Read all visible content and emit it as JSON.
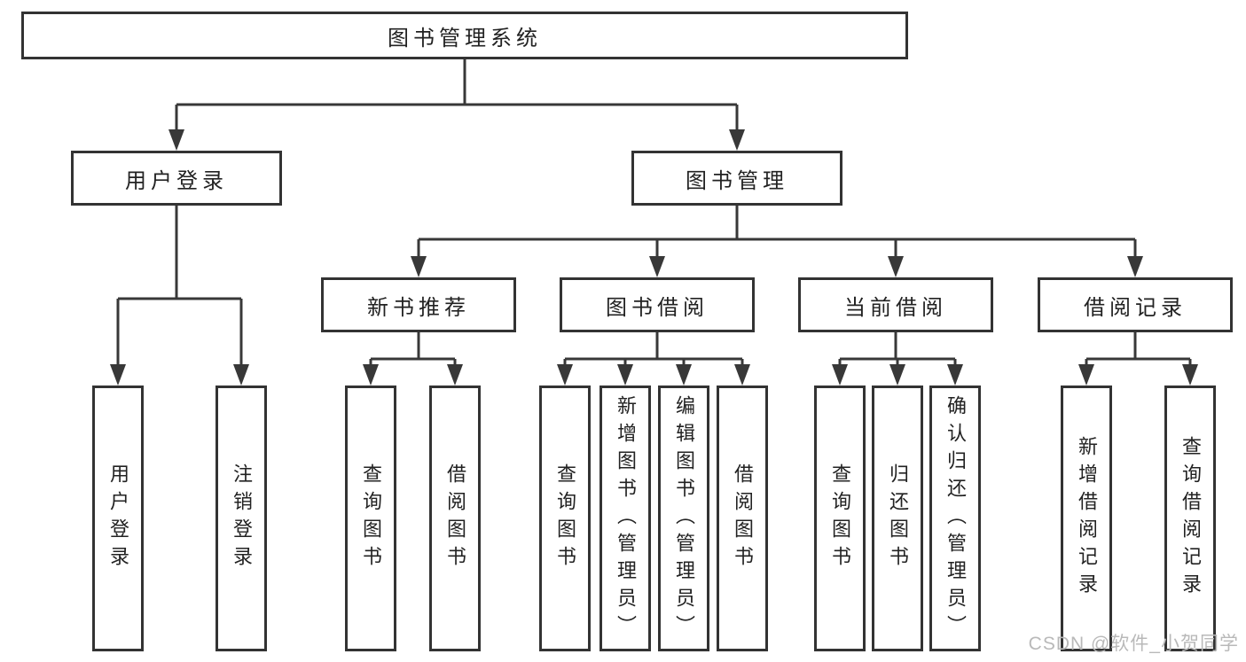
{
  "diagram": {
    "title": "图书管理系统",
    "level2": {
      "user_login": "用户登录",
      "book_mgmt": "图书管理"
    },
    "level3": {
      "new_books": "新书推荐",
      "borrowing": "图书借阅",
      "current": "当前借阅",
      "records": "借阅记录"
    },
    "leaves": {
      "user_login": [
        "用户登录",
        "注销登录"
      ],
      "new_books": [
        "查询图书",
        "借阅图书"
      ],
      "borrowing": [
        "查询图书",
        "新增图书（管理员）",
        "编辑图书（管理员）",
        "借阅图书"
      ],
      "current": [
        "查询图书",
        "归还图书",
        "确认归还（管理员）"
      ],
      "records": [
        "新增借阅记录",
        "查询借阅记录"
      ]
    },
    "watermark": "CSDN @软件_小贺同学",
    "colors": {
      "line": "#383838",
      "box_border": "#333333",
      "text": "#222222",
      "watermark": "#b9b9b9",
      "background": "#ffffff"
    }
  }
}
